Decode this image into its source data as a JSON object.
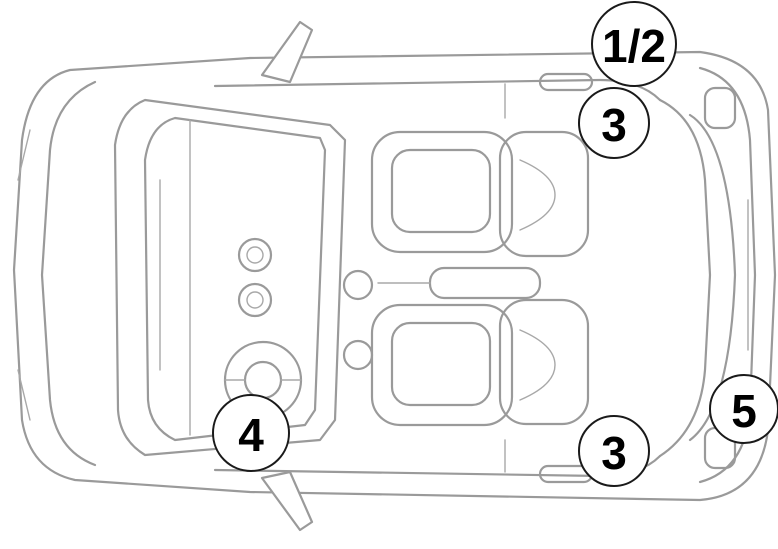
{
  "diagram": {
    "callouts": [
      {
        "id": "c12",
        "label": "1/2"
      },
      {
        "id": "c3a",
        "label": "3"
      },
      {
        "id": "c3b",
        "label": "3"
      },
      {
        "id": "c4",
        "label": "4"
      },
      {
        "id": "c5",
        "label": "5"
      }
    ]
  }
}
